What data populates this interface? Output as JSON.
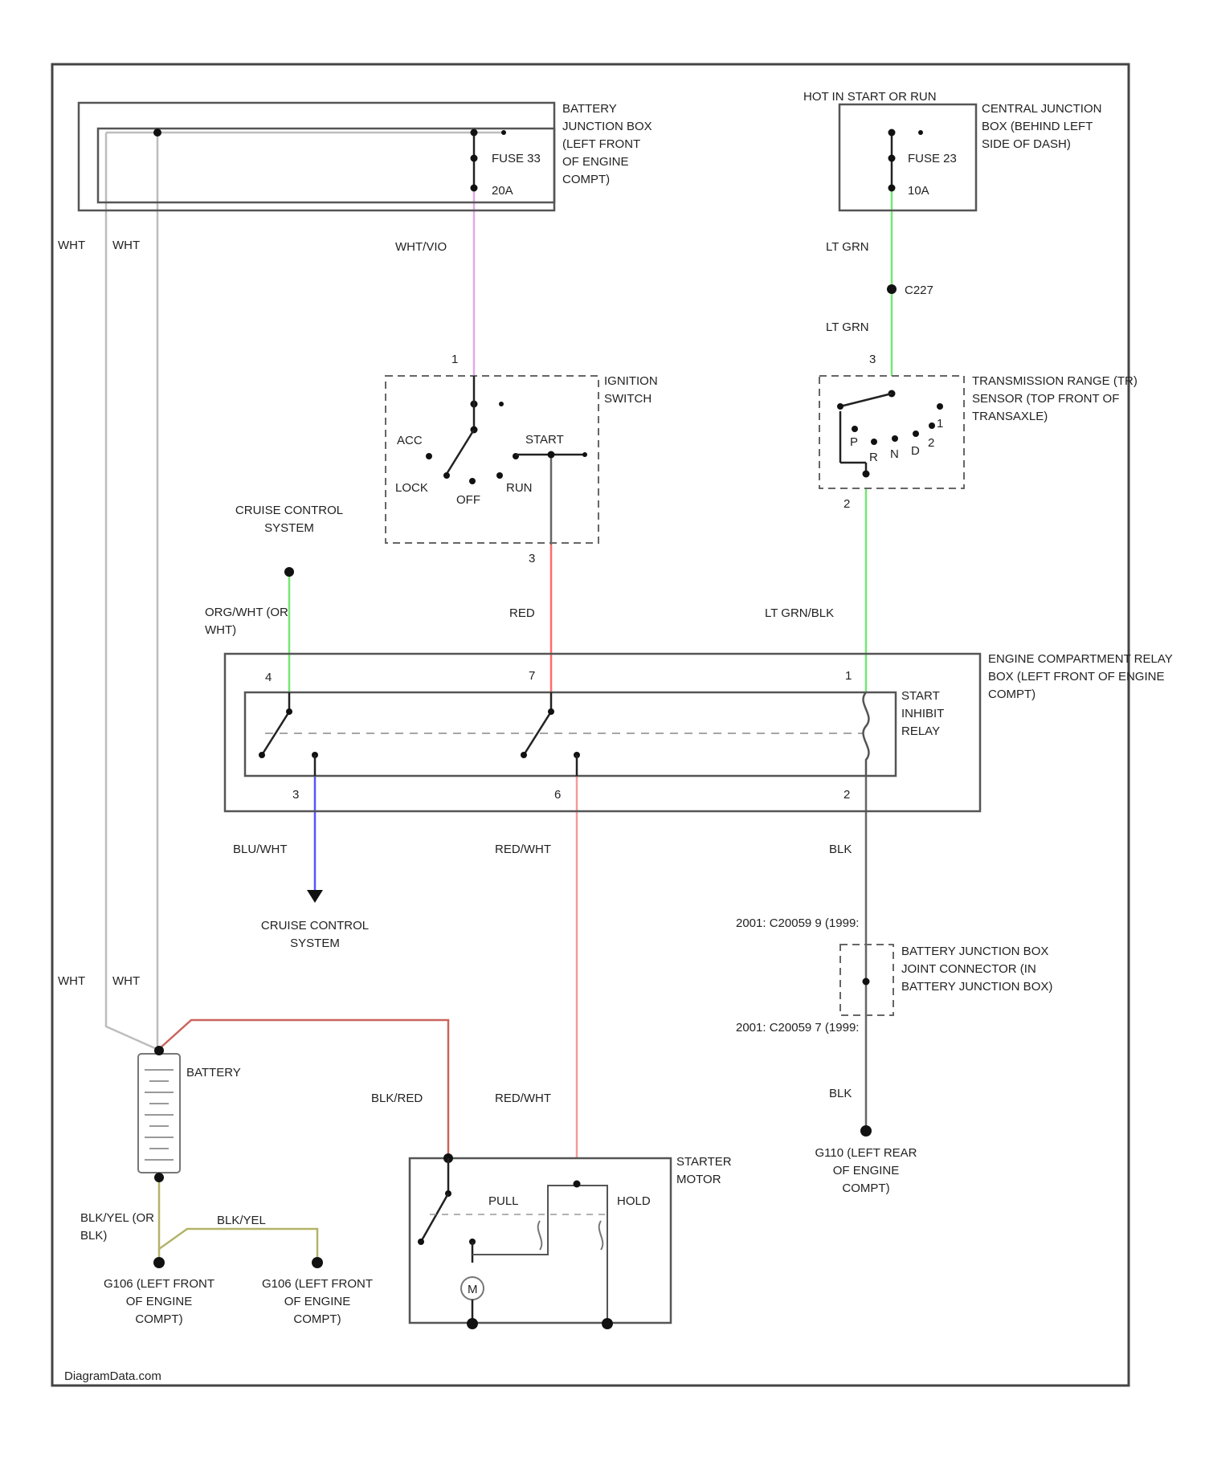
{
  "colors": {
    "wht": "#bdbdbd",
    "wht_vio": "#e2a8e8",
    "lt_grn": "#74e874",
    "red": "#ff6b6b",
    "red_wht": "#f79a9a",
    "blu_wht": "#5555ff",
    "blk": "#666666",
    "blk_red": "#c9655c",
    "blk_yel": "#b3b36a",
    "frame": "#444444"
  },
  "components": {
    "battery_junction_box": {
      "label": "BATTERY JUNCTION BOX (LEFT FRONT OF ENGINE COMPT)",
      "fuse": "FUSE 33",
      "rating": "20A"
    },
    "central_junction_box": {
      "header": "HOT IN START OR RUN",
      "label": "CENTRAL JUNCTION BOX (BEHIND LEFT SIDE OF DASH)",
      "fuse": "FUSE 23",
      "rating": "10A"
    },
    "ignition_switch": {
      "label": "IGNITION SWITCH",
      "positions": {
        "acc": "ACC",
        "lock": "LOCK",
        "off": "OFF",
        "run": "RUN",
        "start": "START"
      }
    },
    "tr_sensor": {
      "label": "TRANSMISSION RANGE (TR) SENSOR (TOP FRONT OF TRANSAXLE)",
      "gears": [
        "P",
        "R",
        "N",
        "D",
        "2",
        "1"
      ]
    },
    "relay_box": {
      "label": "ENGINE COMPARTMENT RELAY BOX (LEFT FRONT OF ENGINE COMPT)",
      "relay": "START INHIBIT RELAY"
    },
    "cruise_top": "CRUISE CONTROL SYSTEM",
    "cruise_bottom": "CRUISE CONTROL SYSTEM",
    "battery": "BATTERY",
    "starter_motor": {
      "label": "STARTER MOTOR",
      "pull": "PULL",
      "hold": "HOLD",
      "motor": "M"
    },
    "bjb_joint": {
      "label": "BATTERY JUNCTION BOX JOINT CONNECTOR (IN BATTERY JUNCTION BOX)",
      "upper": "2001: C20059 9 (1999:",
      "lower": "2001: C20059 7 (1999:"
    },
    "splice": "C227",
    "ground_g110": "G110 (LEFT REAR OF ENGINE COMPT)",
    "ground_g106_a": "G106 (LEFT FRONT OF ENGINE COMPT)",
    "ground_g106_b": "G106 (LEFT FRONT OF ENGINE COMPT)"
  },
  "wires": {
    "wht_left": "WHT",
    "wht_right": "WHT",
    "wht_left_low": "WHT",
    "wht_right_low": "WHT",
    "wht_vio": "WHT/VIO",
    "lt_grn_1": "LT GRN",
    "lt_grn_2": "LT GRN",
    "org_wht": "ORG/WHT (OR WHT)",
    "red": "RED",
    "lt_grn_blk": "LT GRN/BLK",
    "blu_wht": "BLU/WHT",
    "red_wht_1": "RED/WHT",
    "blk_1": "BLK",
    "blk_red": "BLK/RED",
    "red_wht_2": "RED/WHT",
    "blk_2": "BLK",
    "blk_yel_1": "BLK/YEL (OR BLK)",
    "blk_yel_2": "BLK/YEL"
  },
  "pins": {
    "ign_in": "1",
    "ign_out": "3",
    "tr_in": "3",
    "tr_out": "2",
    "relay_4": "4",
    "relay_7": "7",
    "relay_1": "1",
    "relay_3": "3",
    "relay_6": "6",
    "relay_2": "2"
  },
  "watermark": "DiagramData.com"
}
